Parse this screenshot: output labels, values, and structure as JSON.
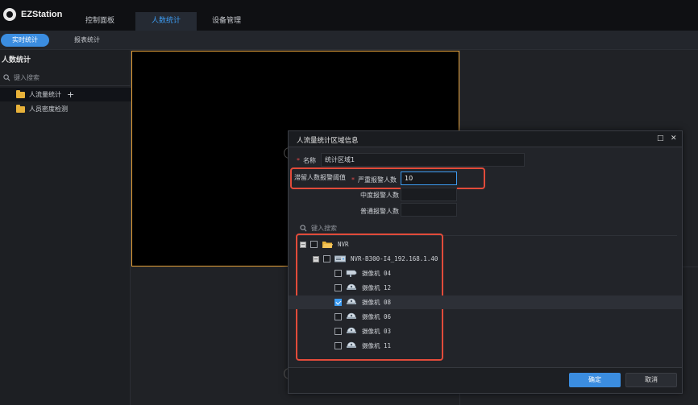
{
  "app": {
    "title": "EZStation"
  },
  "nav": {
    "tabs": [
      {
        "label": "控制面板"
      },
      {
        "label": "人数统计"
      },
      {
        "label": "设备管理"
      }
    ],
    "active_index": 1
  },
  "subnav": {
    "tabs": [
      {
        "label": "实时统计"
      },
      {
        "label": "报表统计"
      }
    ],
    "active_index": 0
  },
  "sidebar": {
    "title": "人数统计",
    "search_placeholder": "键入搜索",
    "items": [
      {
        "label": "人流量统计",
        "has_add": true,
        "selected": true
      },
      {
        "label": "人员密度检测",
        "has_add": false,
        "selected": false
      }
    ],
    "add_symbol": "+"
  },
  "dialog": {
    "title": "人流量统计区域信息",
    "required_mark": "*",
    "name_label": "名称",
    "name_value": "统计区域1",
    "threshold_label": "滞留人数报警阈值",
    "severe_label": "严重报警人数",
    "severe_value": "10",
    "medium_label": "中度报警人数",
    "medium_value": "",
    "normal_label": "普通报警人数",
    "normal_value": "",
    "search_placeholder": "键入搜索",
    "tree": {
      "root": {
        "label": "NVR",
        "expander": "−"
      },
      "nvr": {
        "label": "NVR-B300-I4_192.168.1.40",
        "expander": "−"
      },
      "cameras": [
        {
          "label": "摄像机 04",
          "checked": false,
          "icon": "bullet-camera-icon"
        },
        {
          "label": "摄像机 12",
          "checked": false,
          "icon": "dome-camera-icon"
        },
        {
          "label": "摄像机 08",
          "checked": true,
          "icon": "dome-camera-icon"
        },
        {
          "label": "摄像机 06",
          "checked": false,
          "icon": "dome-camera-icon"
        },
        {
          "label": "摄像机 03",
          "checked": false,
          "icon": "dome-camera-icon"
        },
        {
          "label": "摄像机 11",
          "checked": false,
          "icon": "dome-camera-icon"
        }
      ]
    },
    "ok_label": "确定",
    "cancel_label": "取消",
    "maximize_symbol": "□",
    "close_symbol": "✕"
  },
  "colors": {
    "accent": "#3b8de0",
    "highlight": "#e24b3a",
    "frame": "#e8a33a",
    "folder": "#e8b23a"
  }
}
